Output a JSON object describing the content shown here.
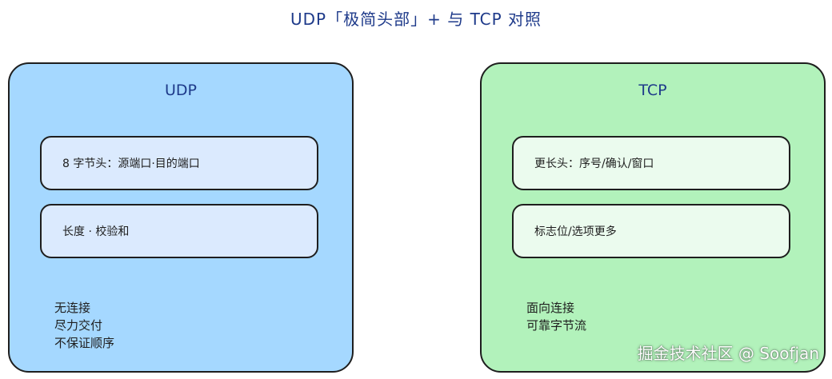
{
  "title": "UDP「极简头部」+ 与 TCP 对照",
  "udp": {
    "title": "UDP",
    "card1": "8 字节头：源端口·目的端口",
    "card2": "长度 · 校验和",
    "notes": [
      "无连接",
      "尽力交付",
      "不保证顺序"
    ]
  },
  "tcp": {
    "title": "TCP",
    "card1": "更长头：序号/确认/窗口",
    "card2": "标志位/选项更多",
    "notes": [
      "面向连接",
      "可靠字节流"
    ]
  },
  "watermark": "掘金技术社区 @ Soofjan",
  "colors": {
    "udp_panel": "#a5d8ff",
    "udp_card": "#dbeafe",
    "tcp_panel": "#b2f2bb",
    "tcp_card": "#ebfbee",
    "title": "#1e3a8a"
  }
}
